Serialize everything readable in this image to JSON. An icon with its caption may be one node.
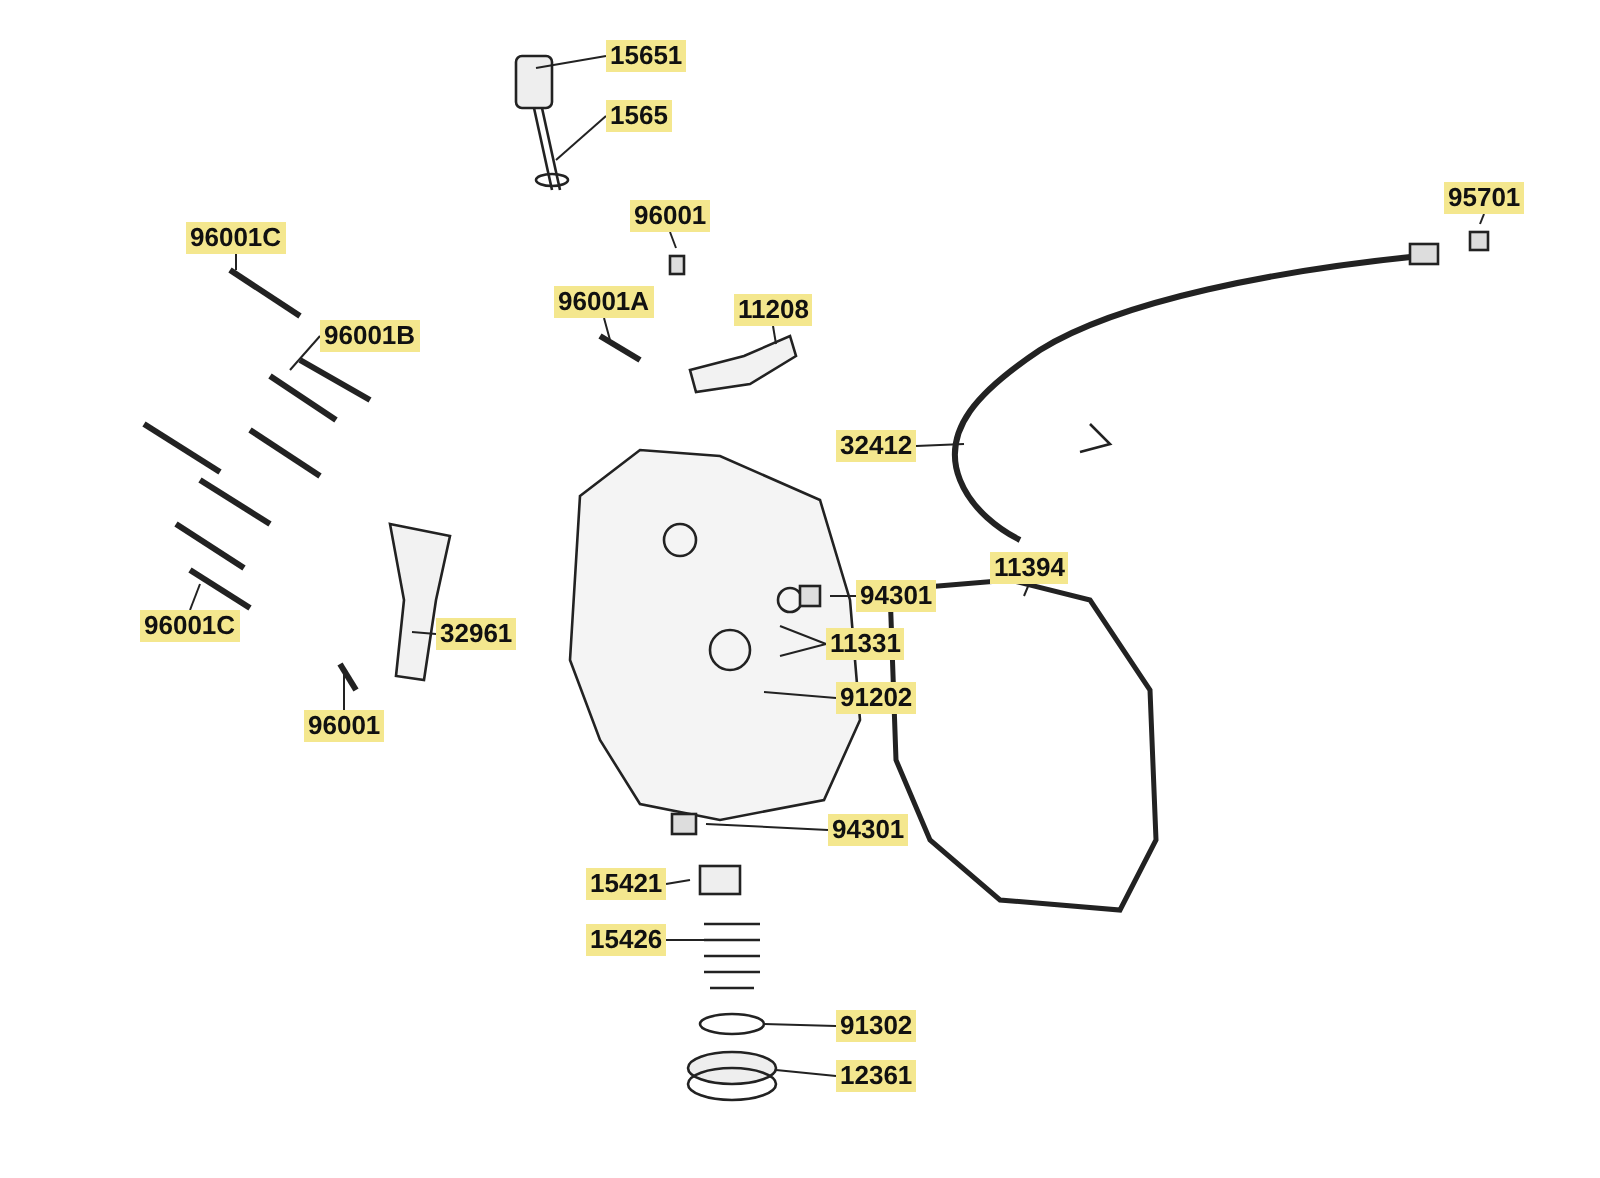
{
  "diagram": {
    "nodes": [
      {
        "text": [
          "15651"
        ]
      },
      {
        "text": [
          "1565"
        ]
      },
      {
        "text": [
          "96001"
        ]
      },
      {
        "text": [
          "95701"
        ]
      },
      {
        "text": [
          "96001C"
        ]
      },
      {
        "text": [
          "96001A"
        ]
      },
      {
        "text": [
          "11208"
        ]
      },
      {
        "text": [
          "96001B"
        ]
      },
      {
        "text": [
          "32412"
        ]
      },
      {
        "text": [
          "11394"
        ]
      },
      {
        "text": [
          "94301"
        ]
      },
      {
        "text": [
          "32961"
        ]
      },
      {
        "text": [
          "96001C"
        ]
      },
      {
        "text": [
          "11331"
        ]
      },
      {
        "text": [
          "91202"
        ]
      },
      {
        "text": [
          "96001"
        ]
      },
      {
        "text": [
          "94301"
        ]
      },
      {
        "text": [
          "15421"
        ]
      },
      {
        "text": [
          "15426"
        ]
      },
      {
        "text": [
          "91302"
        ]
      },
      {
        "text": [
          "12361"
        ]
      }
    ],
    "edges": [
      {
        "from": 0,
        "to": null,
        "arrow": "none"
      },
      {
        "from": 1,
        "to": null,
        "arrow": "none"
      },
      {
        "from": 2,
        "to": null,
        "arrow": "none"
      },
      {
        "from": 3,
        "to": null,
        "arrow": "none"
      },
      {
        "from": 4,
        "to": null,
        "arrow": "none"
      },
      {
        "from": 5,
        "to": null,
        "arrow": "none"
      },
      {
        "from": 6,
        "to": null,
        "arrow": "none"
      },
      {
        "from": 7,
        "to": null,
        "arrow": "none"
      },
      {
        "from": 8,
        "to": null,
        "arrow": "none"
      },
      {
        "from": 9,
        "to": null,
        "arrow": "none"
      },
      {
        "from": 10,
        "to": null,
        "arrow": "none"
      },
      {
        "from": 11,
        "to": null,
        "arrow": "none"
      },
      {
        "from": 12,
        "to": null,
        "arrow": "none"
      },
      {
        "from": 13,
        "to": null,
        "arrow": "none"
      },
      {
        "from": 13,
        "to": null,
        "arrow": "none"
      },
      {
        "from": 14,
        "to": null,
        "arrow": "none"
      },
      {
        "from": 15,
        "to": null,
        "arrow": "none"
      },
      {
        "from": 16,
        "to": null,
        "arrow": "none"
      },
      {
        "from": 17,
        "to": null,
        "arrow": "none"
      },
      {
        "from": 18,
        "to": null,
        "arrow": "none"
      },
      {
        "from": 19,
        "to": null,
        "arrow": "none"
      },
      {
        "from": 20,
        "to": null,
        "arrow": "none"
      }
    ]
  }
}
